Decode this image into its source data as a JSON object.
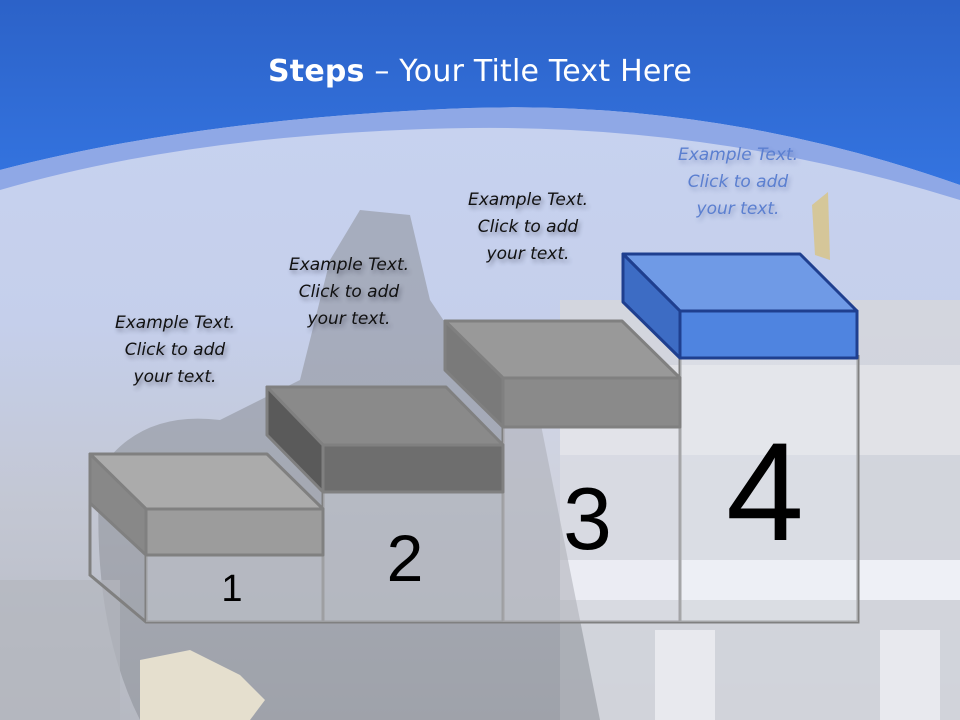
{
  "slide": {
    "title_bold": "Steps",
    "title_rest": " – Your Title Text Here",
    "colors": {
      "header_blue": "#2f6fd8",
      "arc_light": "#8fa8e6",
      "step_gray_top": "#a8a8a8",
      "step_gray_front": "#8a8a8a",
      "step_highlight_top": "#6f9ae6",
      "step_highlight_front": "#4f84e0",
      "step_highlight_border": "#1f3f8f"
    }
  },
  "steps": [
    {
      "number": "1",
      "label_line1": "Example Text.",
      "label_line2": "Click  to add",
      "label_line3": "your text."
    },
    {
      "number": "2",
      "label_line1": "Example Text.",
      "label_line2": "Click  to add",
      "label_line3": "your text."
    },
    {
      "number": "3",
      "label_line1": "Example Text.",
      "label_line2": "Click  to add",
      "label_line3": "your text."
    },
    {
      "number": "4",
      "label_line1": "Example Text.",
      "label_line2": "Click  to add",
      "label_line3": "your text."
    }
  ]
}
